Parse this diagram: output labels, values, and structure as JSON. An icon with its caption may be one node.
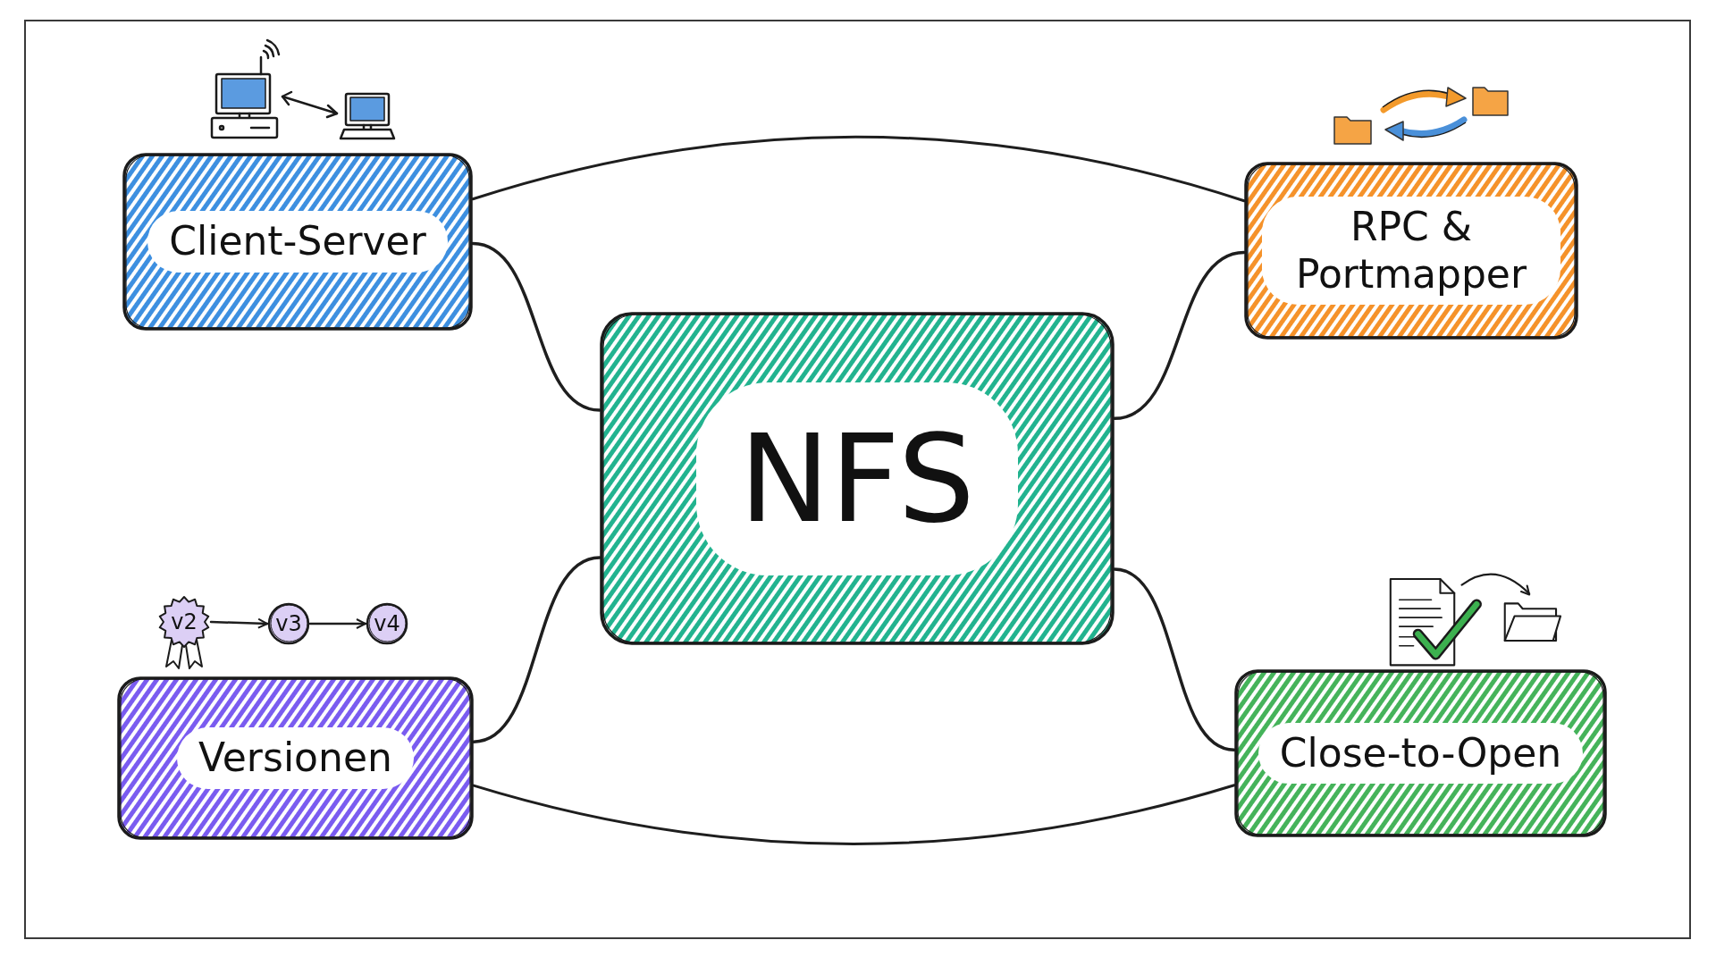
{
  "diagram": {
    "nodes": [
      {
        "text": [
          "Client-Server"
        ]
      },
      {
        "text": [
          "RPC & Portmapper"
        ]
      },
      {
        "text": [
          "NFS"
        ]
      },
      {
        "text": [
          "v2"
        ]
      },
      {
        "text": [
          "v3"
        ]
      },
      {
        "text": [
          "v4"
        ]
      },
      {
        "text": [
          "Versionen"
        ]
      },
      {
        "text": [
          "Close-to-Open"
        ]
      }
    ],
    "edges": [
      {
        "from": 0,
        "to": 1,
        "arrow": "none"
      },
      {
        "from": 0,
        "to": 2,
        "arrow": "none"
      },
      {
        "from": 2,
        "to": 1,
        "arrow": "none"
      },
      {
        "from": 3,
        "to": 4,
        "arrow": "to"
      },
      {
        "from": 4,
        "to": 5,
        "arrow": "to"
      },
      {
        "from": 6,
        "to": 2,
        "arrow": "none"
      },
      {
        "from": 2,
        "to": 7,
        "arrow": "none"
      },
      {
        "from": 6,
        "to": 7,
        "arrow": "none"
      }
    ]
  }
}
